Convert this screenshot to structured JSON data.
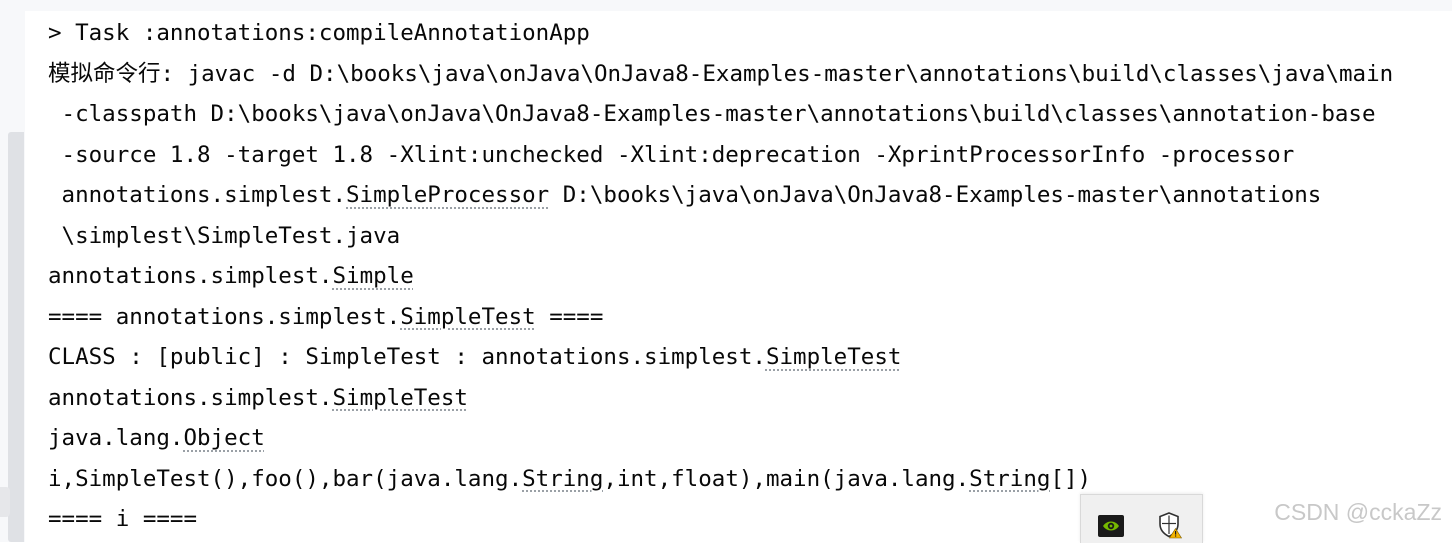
{
  "console": {
    "lines": [
      {
        "text": "> Task :annotations:compileAnnotationApp"
      },
      {
        "text": "模拟命令行: javac -d D:\\books\\java\\onJava\\OnJava8-Examples-master\\annotations\\build\\classes\\java\\main"
      },
      {
        "text": " -classpath D:\\books\\java\\onJava\\OnJava8-Examples-master\\annotations\\build\\classes\\annotation-base"
      },
      {
        "text": " -source 1.8 -target 1.8 -Xlint:unchecked -Xlint:deprecation -XprintProcessorInfo -processor"
      },
      {
        "pre": " annotations.simplest.",
        "ref": "SimpleProcessor",
        "post": " D:\\books\\java\\onJava\\OnJava8-Examples-master\\annotations"
      },
      {
        "text": " \\simplest\\SimpleTest.java"
      },
      {
        "pre": "annotations.simplest.",
        "ref": "Simple",
        "post": ""
      },
      {
        "pre": "==== annotations.simplest.",
        "ref": "SimpleTest",
        "post": " ===="
      },
      {
        "pre": "CLASS : [public] : SimpleTest : annotations.simplest.",
        "ref": "SimpleTest",
        "post": ""
      },
      {
        "pre": "annotations.simplest.",
        "ref": "SimpleTest",
        "post": ""
      },
      {
        "pre": "java.lang.",
        "ref": "Object",
        "post": ""
      },
      {
        "pre": "i,SimpleTest(),foo(),bar(java.lang.",
        "ref": "String",
        "mid": ",int,float),main(java.lang.",
        "ref2": "String",
        "post": "[])"
      },
      {
        "text": "==== i ===="
      }
    ]
  },
  "taskbar": {
    "icons": [
      "nvidia-icon",
      "security-shield-icon"
    ],
    "colors": {
      "nvidia": "#76b900",
      "warning": "#f5b400"
    }
  },
  "watermark": {
    "text": "CSDN @cckaZz"
  }
}
